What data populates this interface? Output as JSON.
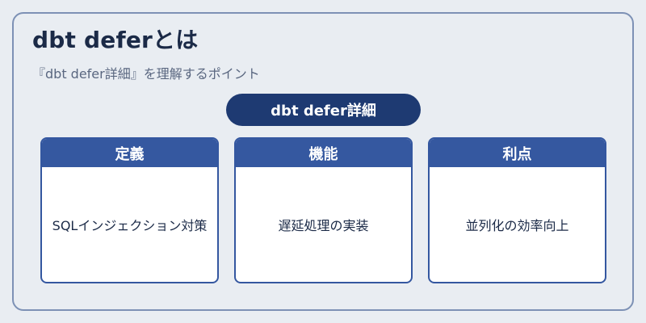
{
  "header": {
    "title": "dbt deferとは",
    "subtitle": "『dbt defer詳細』を理解するポイント"
  },
  "center_label": "dbt defer詳細",
  "cards": [
    {
      "heading": "定義",
      "body": "SQLインジェクション対策"
    },
    {
      "heading": "機能",
      "body": "遅延処理の実装"
    },
    {
      "heading": "利点",
      "body": "並列化の効率向上"
    }
  ],
  "colors": {
    "background": "#e9edf2",
    "frame_border": "#7d91b5",
    "pill": "#1e3a72",
    "card_header": "#3558a0",
    "text_dark": "#1b2a47"
  }
}
